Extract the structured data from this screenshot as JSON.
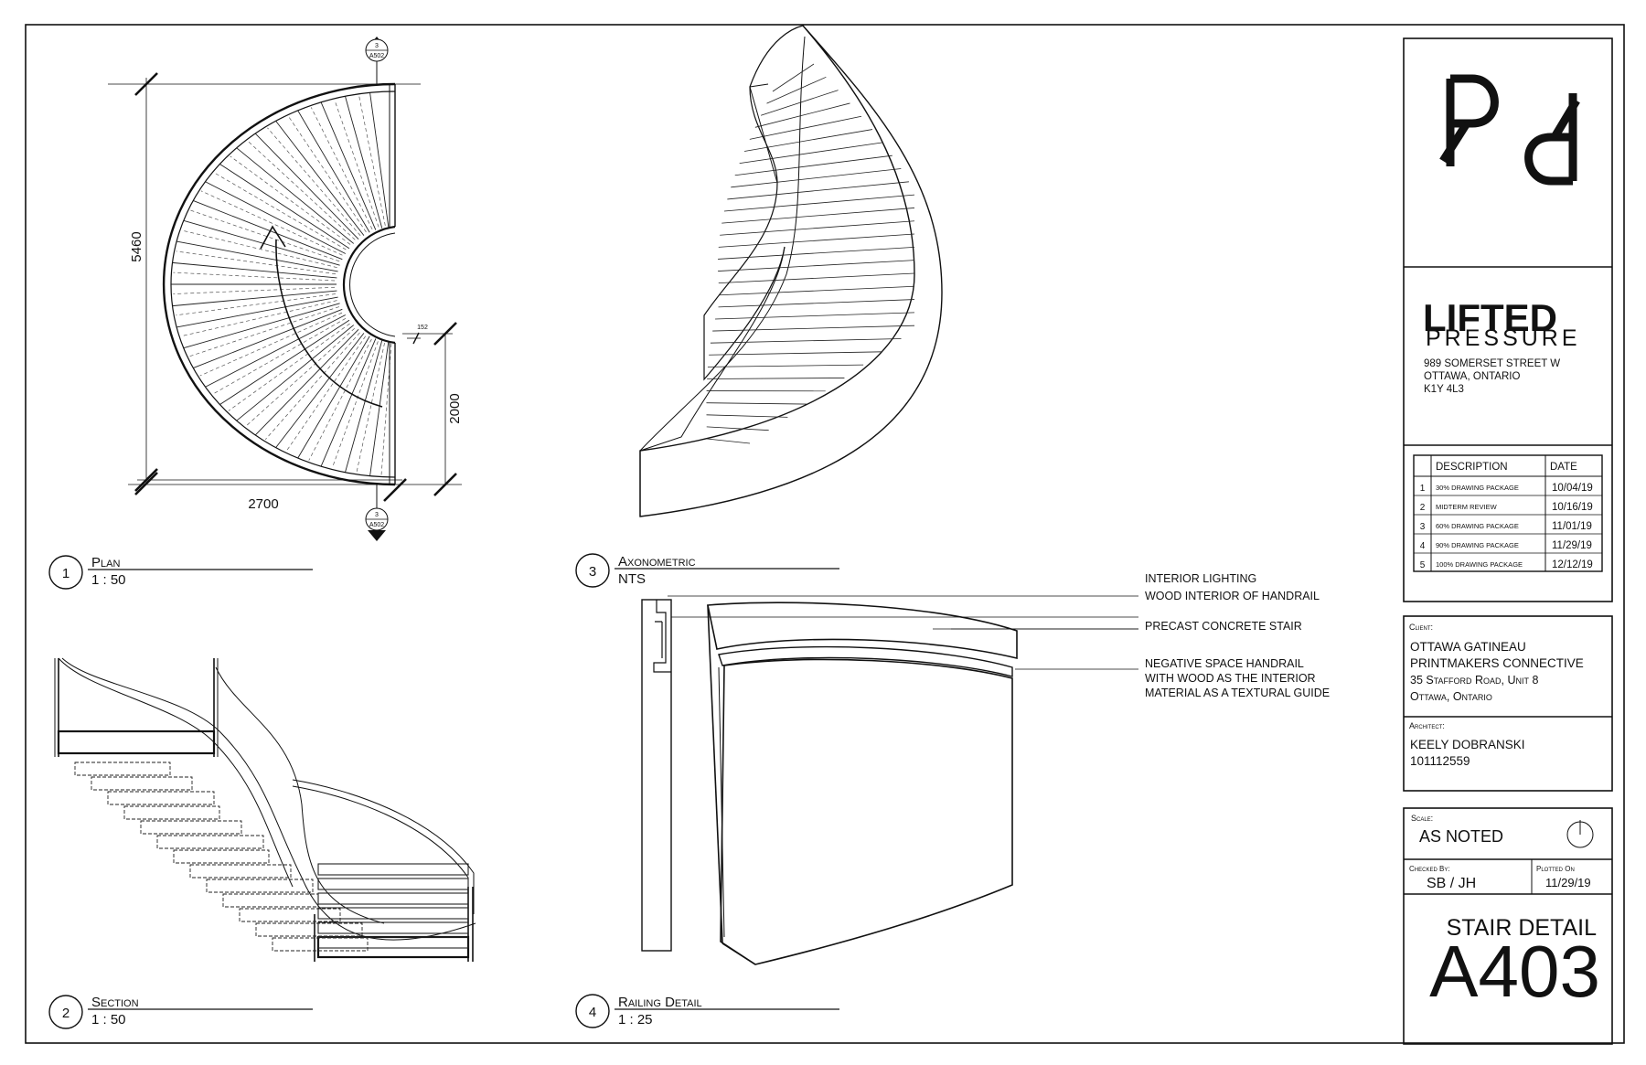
{
  "plan": {
    "number": "1",
    "title": "Plan",
    "scale": "1 : 50",
    "dim_height": "5460",
    "dim_width": "2700",
    "dim_opening": "2000",
    "dim_small": "152",
    "section_ref_top": {
      "number": "3",
      "sheet": "A502"
    },
    "section_ref_bottom": {
      "number": "3",
      "sheet": "A502"
    }
  },
  "section": {
    "number": "2",
    "title": "Section",
    "scale": "1 : 50"
  },
  "axonometric": {
    "number": "3",
    "title": "Axonometric",
    "scale": "NTS"
  },
  "railing": {
    "number": "4",
    "title": "Railing Detail",
    "scale": "1 : 25",
    "callouts": [
      [
        "INTERIOR LIGHTING"
      ],
      [
        "WOOD INTERIOR OF HANDRAIL"
      ],
      [
        "PRECAST CONCRETE STAIR"
      ],
      [
        "NEGATIVE SPACE HANDRAIL",
        "WITH WOOD AS THE INTERIOR",
        "MATERIAL AS A TEXTURAL GUIDE"
      ]
    ]
  },
  "title_block": {
    "logo": "RR-monogram",
    "company_line1": "LIFTED",
    "company_line2": "PRESSURE",
    "address": [
      "989 SOMERSET STREET W",
      "OTTAWA, ONTARIO",
      "K1Y 4L3"
    ],
    "revisions_header": {
      "description": "DESCRIPTION",
      "date": "DATE"
    },
    "revisions": [
      {
        "no": "1",
        "description": "30% DRAWING PACKAGE",
        "date": "10/04/19"
      },
      {
        "no": "2",
        "description": "MIDTERM REVIEW",
        "date": "10/16/19"
      },
      {
        "no": "3",
        "description": "60% DRAWING PACKAGE",
        "date": "11/01/19"
      },
      {
        "no": "4",
        "description": "90% DRAWING PACKAGE",
        "date": "11/29/19"
      },
      {
        "no": "5",
        "description": "100% DRAWING PACKAGE",
        "date": "12/12/19"
      }
    ],
    "client_label": "Client:",
    "client": [
      "OTTAWA GATINEAU",
      "PRINTMAKERS CONNECTIVE",
      "35 Stafford Road, Unit 8",
      "Ottawa, Ontario"
    ],
    "architect_label": "Architect:",
    "architect": [
      "KEELY DOBRANSKI",
      "101112559"
    ],
    "scale_label": "Scale:",
    "scale_value": "AS NOTED",
    "checked_label": "Checked By:",
    "checked_value": "SB / JH",
    "plotted_label": "Plotted On",
    "plotted_value": "11/29/19",
    "sheet_title": "STAIR DETAIL",
    "sheet_number": "A403"
  }
}
